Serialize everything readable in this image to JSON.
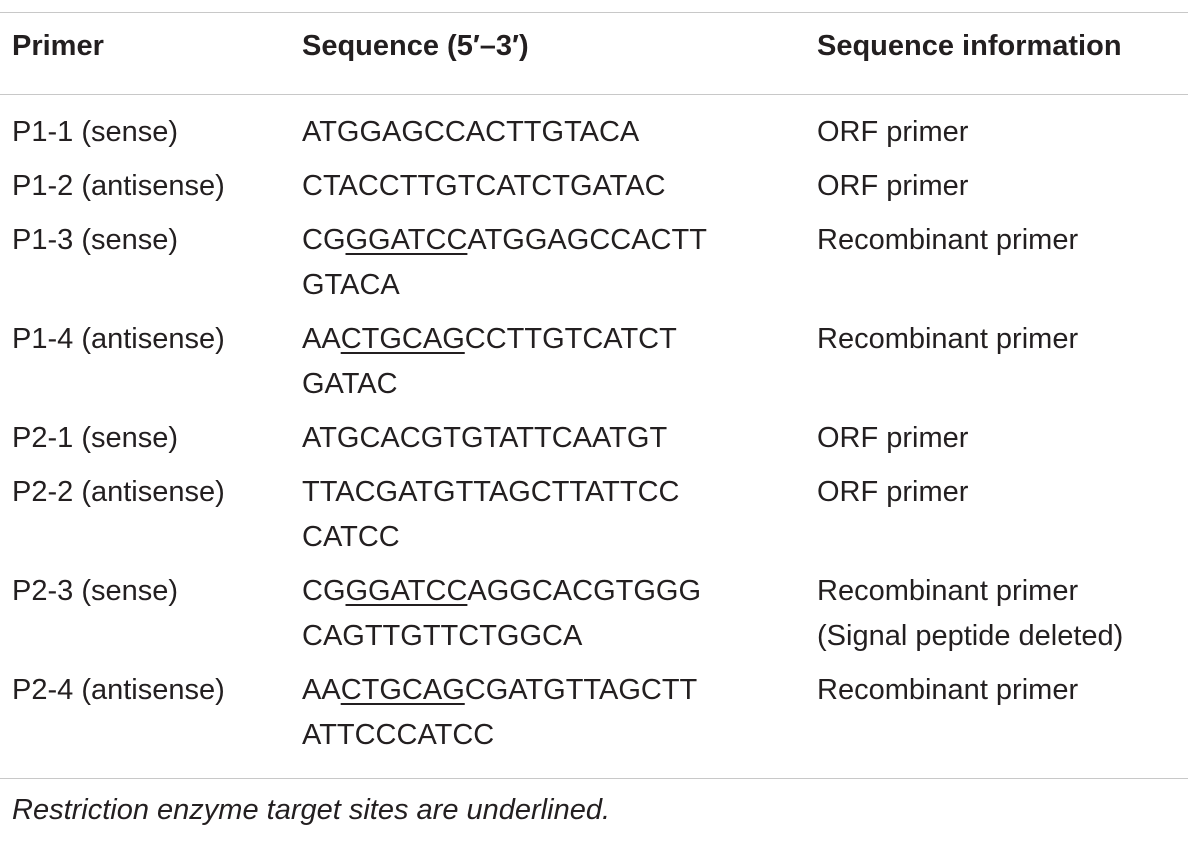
{
  "table": {
    "headers": {
      "primer": "Primer",
      "sequence": "Sequence (5′–3′)",
      "info": "Sequence information"
    },
    "rows": [
      {
        "primer": "P1-1 (sense)",
        "seq1_pre": "ATGGAGCCACTTGTACA",
        "seq1_site": "",
        "seq1_post": "",
        "seq2": "",
        "info1": "ORF primer",
        "info2": ""
      },
      {
        "primer": "P1-2 (antisense)",
        "seq1_pre": "CTACCTTGTCATCTGATAC",
        "seq1_site": "",
        "seq1_post": "",
        "seq2": "",
        "info1": "ORF primer",
        "info2": ""
      },
      {
        "primer": "P1-3 (sense)",
        "seq1_pre": "CG",
        "seq1_site": "GGATCC",
        "seq1_post": "ATGGAGCCACTT",
        "seq2": "GTACA",
        "info1": "Recombinant primer",
        "info2": ""
      },
      {
        "primer": "P1-4 (antisense)",
        "seq1_pre": "AA",
        "seq1_site": "CTGCAG",
        "seq1_post": "CCTTGTCATCT",
        "seq2": "GATAC",
        "info1": "Recombinant primer",
        "info2": ""
      },
      {
        "primer": "P2-1 (sense)",
        "seq1_pre": "ATGCACGTGTATTCAATGT",
        "seq1_site": "",
        "seq1_post": "",
        "seq2": "",
        "info1": "ORF primer",
        "info2": ""
      },
      {
        "primer": "P2-2 (antisense)",
        "seq1_pre": "TTACGATGTTAGCTTATTCC",
        "seq1_site": "",
        "seq1_post": "",
        "seq2": "CATCC",
        "info1": "ORF primer",
        "info2": ""
      },
      {
        "primer": "P2-3 (sense)",
        "seq1_pre": "CG",
        "seq1_site": "GGATCC",
        "seq1_post": "AGGCACGTGGG",
        "seq2": "CAGTTGTTCTGGCA",
        "info1": "Recombinant primer",
        "info2": "(Signal peptide deleted)"
      },
      {
        "primer": "P2-4 (antisense)",
        "seq1_pre": "AA",
        "seq1_site": "CTGCAG",
        "seq1_post": "CGATGTTAGCTT",
        "seq2": "ATTCCCATCC",
        "info1": "Recombinant primer",
        "info2": ""
      }
    ],
    "footnote": "Restriction enzyme target sites are underlined."
  }
}
